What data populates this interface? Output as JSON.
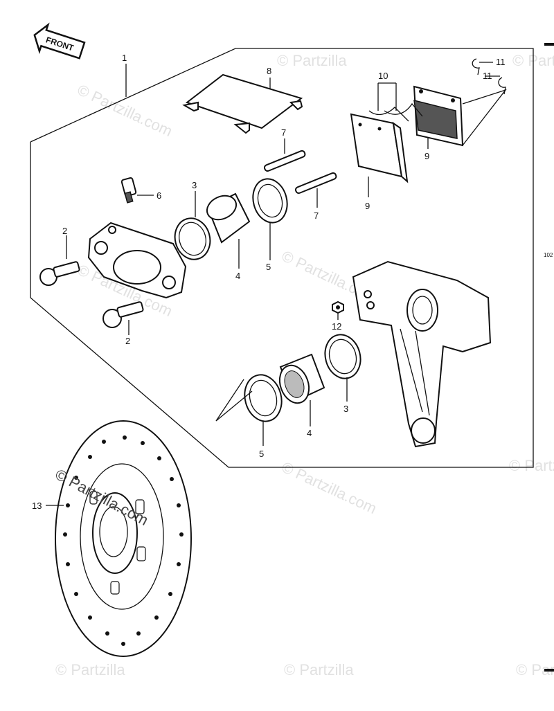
{
  "front_label": "FRONT",
  "callouts": {
    "c1": "1",
    "c2a": "2",
    "c2b": "2",
    "c3a": "3",
    "c3b": "3",
    "c4a": "4",
    "c4b": "4",
    "c5a": "5",
    "c5b": "5",
    "c6": "6",
    "c7a": "7",
    "c7b": "7",
    "c8": "8",
    "c9a": "9",
    "c9b": "9",
    "c10": "10",
    "c11a": "11",
    "c11b": "11",
    "c12": "12",
    "c13": "13"
  },
  "side_code": "102",
  "watermark": "© Partzilla.com",
  "watermark_small": "© Partzilla"
}
